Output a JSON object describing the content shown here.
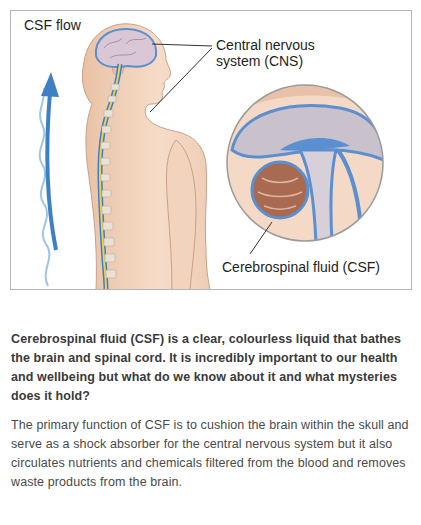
{
  "diagram": {
    "labels": [
      "CSF flow",
      "Central nervous system (CNS)",
      "Cerebrospinal fluid (CSF)",
      "Cerebrospinal fluid (CSF) is a clear, colourless liquid that bathes the brain and spinal cord. It is incredibly important to our health and wellbeing but what do we know about it and what mysteries does it hold?",
      "The primary function of CSF is to cushion the brain within the skull and serve as a shock absorber for the central nervous system but it also circulates nutrients and chemicals filtered from the blood and removes waste products from the brain."
    ]
  }
}
